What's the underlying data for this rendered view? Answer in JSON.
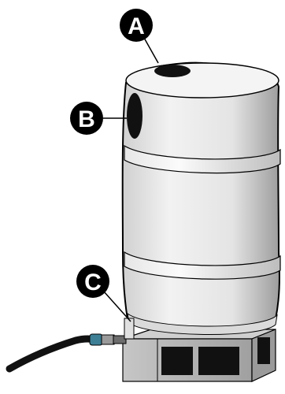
{
  "labels": {
    "a": "A",
    "b": "B",
    "c": "C"
  },
  "colors": {
    "barrel_light": "#e8e8e8",
    "barrel_dark": "#b9b9b9",
    "outline": "#000000",
    "stand_light": "#d4d4d4",
    "stand_dark": "#a9a9a9",
    "hose": "#1a1a1a",
    "valve": "#3d7f95"
  }
}
